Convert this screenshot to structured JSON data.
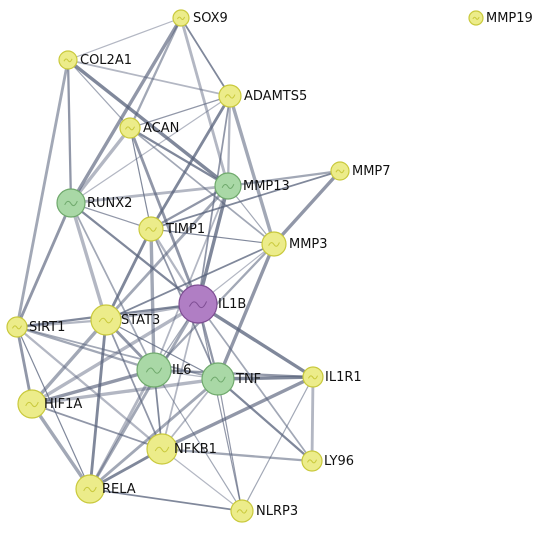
{
  "nodes": [
    {
      "id": "SOX9",
      "label": "SOX9",
      "cluster": "yellow"
    },
    {
      "id": "MMP19",
      "label": "MMP19",
      "cluster": "yellow"
    },
    {
      "id": "COL2A1",
      "label": "COL2A1",
      "cluster": "yellow"
    },
    {
      "id": "ADAMTS5",
      "label": "ADAMTS5",
      "cluster": "yellow"
    },
    {
      "id": "ACAN",
      "label": "ACAN",
      "cluster": "yellow"
    },
    {
      "id": "MMP7",
      "label": "MMP7",
      "cluster": "yellow"
    },
    {
      "id": "MMP13",
      "label": "MMP13",
      "cluster": "green"
    },
    {
      "id": "RUNX2",
      "label": "RUNX2",
      "cluster": "green"
    },
    {
      "id": "TIMP1",
      "label": "TIMP1",
      "cluster": "yellow"
    },
    {
      "id": "MMP3",
      "label": "MMP3",
      "cluster": "yellow"
    },
    {
      "id": "IL1B",
      "label": "IL1B",
      "cluster": "purple"
    },
    {
      "id": "STAT3",
      "label": "STAT3",
      "cluster": "yellow"
    },
    {
      "id": "SIRT1",
      "label": "SIRT1",
      "cluster": "yellow"
    },
    {
      "id": "IL6",
      "label": "IL6",
      "cluster": "green"
    },
    {
      "id": "TNF",
      "label": "TNF",
      "cluster": "green"
    },
    {
      "id": "IL1R1",
      "label": "IL1R1",
      "cluster": "yellow"
    },
    {
      "id": "HIF1A",
      "label": "HIF1A",
      "cluster": "yellow"
    },
    {
      "id": "NFKB1",
      "label": "NFKB1",
      "cluster": "yellow"
    },
    {
      "id": "LY96",
      "label": "LY96",
      "cluster": "yellow"
    },
    {
      "id": "RELA",
      "label": "RELA",
      "cluster": "yellow"
    },
    {
      "id": "NLRP3",
      "label": "NLRP3",
      "cluster": "yellow"
    }
  ],
  "edges": [
    [
      "SOX9",
      "COL2A1"
    ],
    [
      "SOX9",
      "ACAN"
    ],
    [
      "SOX9",
      "RUNX2"
    ],
    [
      "SOX9",
      "ADAMTS5"
    ],
    [
      "SOX9",
      "MMP13"
    ],
    [
      "COL2A1",
      "ACAN"
    ],
    [
      "COL2A1",
      "RUNX2"
    ],
    [
      "COL2A1",
      "MMP13"
    ],
    [
      "COL2A1",
      "ADAMTS5"
    ],
    [
      "COL2A1",
      "SIRT1"
    ],
    [
      "ACAN",
      "ADAMTS5"
    ],
    [
      "ACAN",
      "MMP13"
    ],
    [
      "ACAN",
      "RUNX2"
    ],
    [
      "ACAN",
      "MMP3"
    ],
    [
      "ACAN",
      "IL1B"
    ],
    [
      "ACAN",
      "TIMP1"
    ],
    [
      "ADAMTS5",
      "MMP13"
    ],
    [
      "ADAMTS5",
      "MMP3"
    ],
    [
      "ADAMTS5",
      "IL1B"
    ],
    [
      "ADAMTS5",
      "TIMP1"
    ],
    [
      "ADAMTS5",
      "RUNX2"
    ],
    [
      "MMP7",
      "MMP13"
    ],
    [
      "MMP7",
      "MMP3"
    ],
    [
      "MMP7",
      "TIMP1"
    ],
    [
      "MMP13",
      "RUNX2"
    ],
    [
      "MMP13",
      "MMP3"
    ],
    [
      "MMP13",
      "TIMP1"
    ],
    [
      "MMP13",
      "IL1B"
    ],
    [
      "MMP13",
      "IL6"
    ],
    [
      "MMP13",
      "STAT3"
    ],
    [
      "RUNX2",
      "TIMP1"
    ],
    [
      "RUNX2",
      "IL1B"
    ],
    [
      "RUNX2",
      "STAT3"
    ],
    [
      "RUNX2",
      "IL6"
    ],
    [
      "RUNX2",
      "SIRT1"
    ],
    [
      "TIMP1",
      "MMP3"
    ],
    [
      "TIMP1",
      "IL1B"
    ],
    [
      "TIMP1",
      "IL6"
    ],
    [
      "TIMP1",
      "TNF"
    ],
    [
      "TIMP1",
      "STAT3"
    ],
    [
      "MMP3",
      "IL1B"
    ],
    [
      "MMP3",
      "IL6"
    ],
    [
      "MMP3",
      "TNF"
    ],
    [
      "MMP3",
      "STAT3"
    ],
    [
      "IL1B",
      "STAT3"
    ],
    [
      "IL1B",
      "IL6"
    ],
    [
      "IL1B",
      "TNF"
    ],
    [
      "IL1B",
      "IL1R1"
    ],
    [
      "IL1B",
      "NFKB1"
    ],
    [
      "IL1B",
      "RELA"
    ],
    [
      "IL1B",
      "NLRP3"
    ],
    [
      "IL1B",
      "SIRT1"
    ],
    [
      "IL1B",
      "HIF1A"
    ],
    [
      "IL1B",
      "LY96"
    ],
    [
      "STAT3",
      "IL6"
    ],
    [
      "STAT3",
      "TNF"
    ],
    [
      "STAT3",
      "SIRT1"
    ],
    [
      "STAT3",
      "HIF1A"
    ],
    [
      "STAT3",
      "NFKB1"
    ],
    [
      "STAT3",
      "RELA"
    ],
    [
      "IL6",
      "TNF"
    ],
    [
      "IL6",
      "SIRT1"
    ],
    [
      "IL6",
      "HIF1A"
    ],
    [
      "IL6",
      "NFKB1"
    ],
    [
      "IL6",
      "RELA"
    ],
    [
      "IL6",
      "NLRP3"
    ],
    [
      "IL6",
      "IL1R1"
    ],
    [
      "TNF",
      "IL1R1"
    ],
    [
      "TNF",
      "NFKB1"
    ],
    [
      "TNF",
      "RELA"
    ],
    [
      "TNF",
      "NLRP3"
    ],
    [
      "TNF",
      "LY96"
    ],
    [
      "TNF",
      "HIF1A"
    ],
    [
      "TNF",
      "SIRT1"
    ],
    [
      "SIRT1",
      "HIF1A"
    ],
    [
      "SIRT1",
      "RELA"
    ],
    [
      "SIRT1",
      "NFKB1"
    ],
    [
      "HIF1A",
      "RELA"
    ],
    [
      "HIF1A",
      "NFKB1"
    ],
    [
      "NFKB1",
      "RELA"
    ],
    [
      "NFKB1",
      "NLRP3"
    ],
    [
      "NFKB1",
      "LY96"
    ],
    [
      "NFKB1",
      "IL1R1"
    ],
    [
      "RELA",
      "NLRP3"
    ],
    [
      "LY96",
      "IL1R1"
    ],
    [
      "NLRP3",
      "IL1R1"
    ]
  ],
  "colors": {
    "yellow_fill": "#ecec8a",
    "yellow_stroke": "#c9c93c",
    "green_fill": "#a9d8a6",
    "green_stroke": "#6fa96c",
    "purple_fill": "#b07ec4",
    "purple_stroke": "#7e4d93",
    "edge": "#56607a"
  }
}
